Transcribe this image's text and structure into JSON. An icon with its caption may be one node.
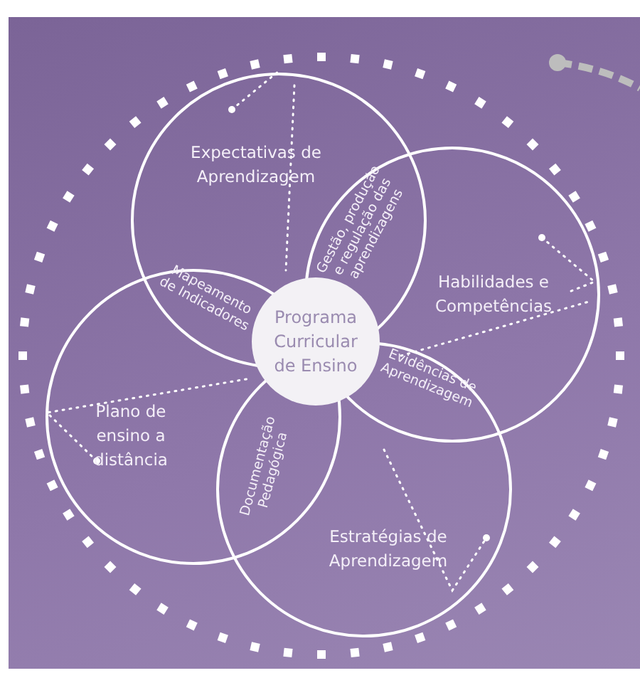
{
  "diagram": {
    "nodes": [
      {
        "text": [
          "Expectativas de Aprendizagem"
        ]
      },
      {
        "text": [
          "Habilidades e Competências"
        ]
      },
      {
        "text": [
          "Programa Curricular de Ensino"
        ]
      },
      {
        "text": [
          "Plano de ensino a distância"
        ]
      },
      {
        "text": [
          "Estratégias de Aprendizagem"
        ]
      }
    ],
    "labels": [
      "Gestão, produção e regulação das aprendizagens",
      "Mapeamento de Indicadores",
      "Evidências de Aprendizagem",
      "Documentação Pedagógica"
    ]
  }
}
